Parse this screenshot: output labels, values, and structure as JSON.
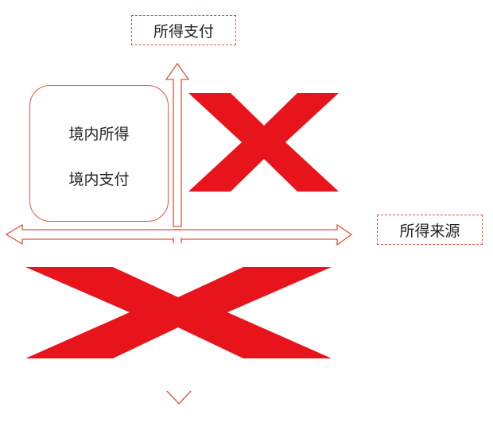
{
  "axes": {
    "vertical_label": "所得支付",
    "horizontal_label": "所得来源"
  },
  "quadrant": {
    "line1": "境内所得",
    "line2": "境内支付"
  },
  "colors": {
    "accent_line": "#e0553a",
    "cross_fill": "#e8141b"
  },
  "icons": [
    "cross-mark-icon",
    "cross-mark-icon",
    "chevron-down-icon"
  ]
}
